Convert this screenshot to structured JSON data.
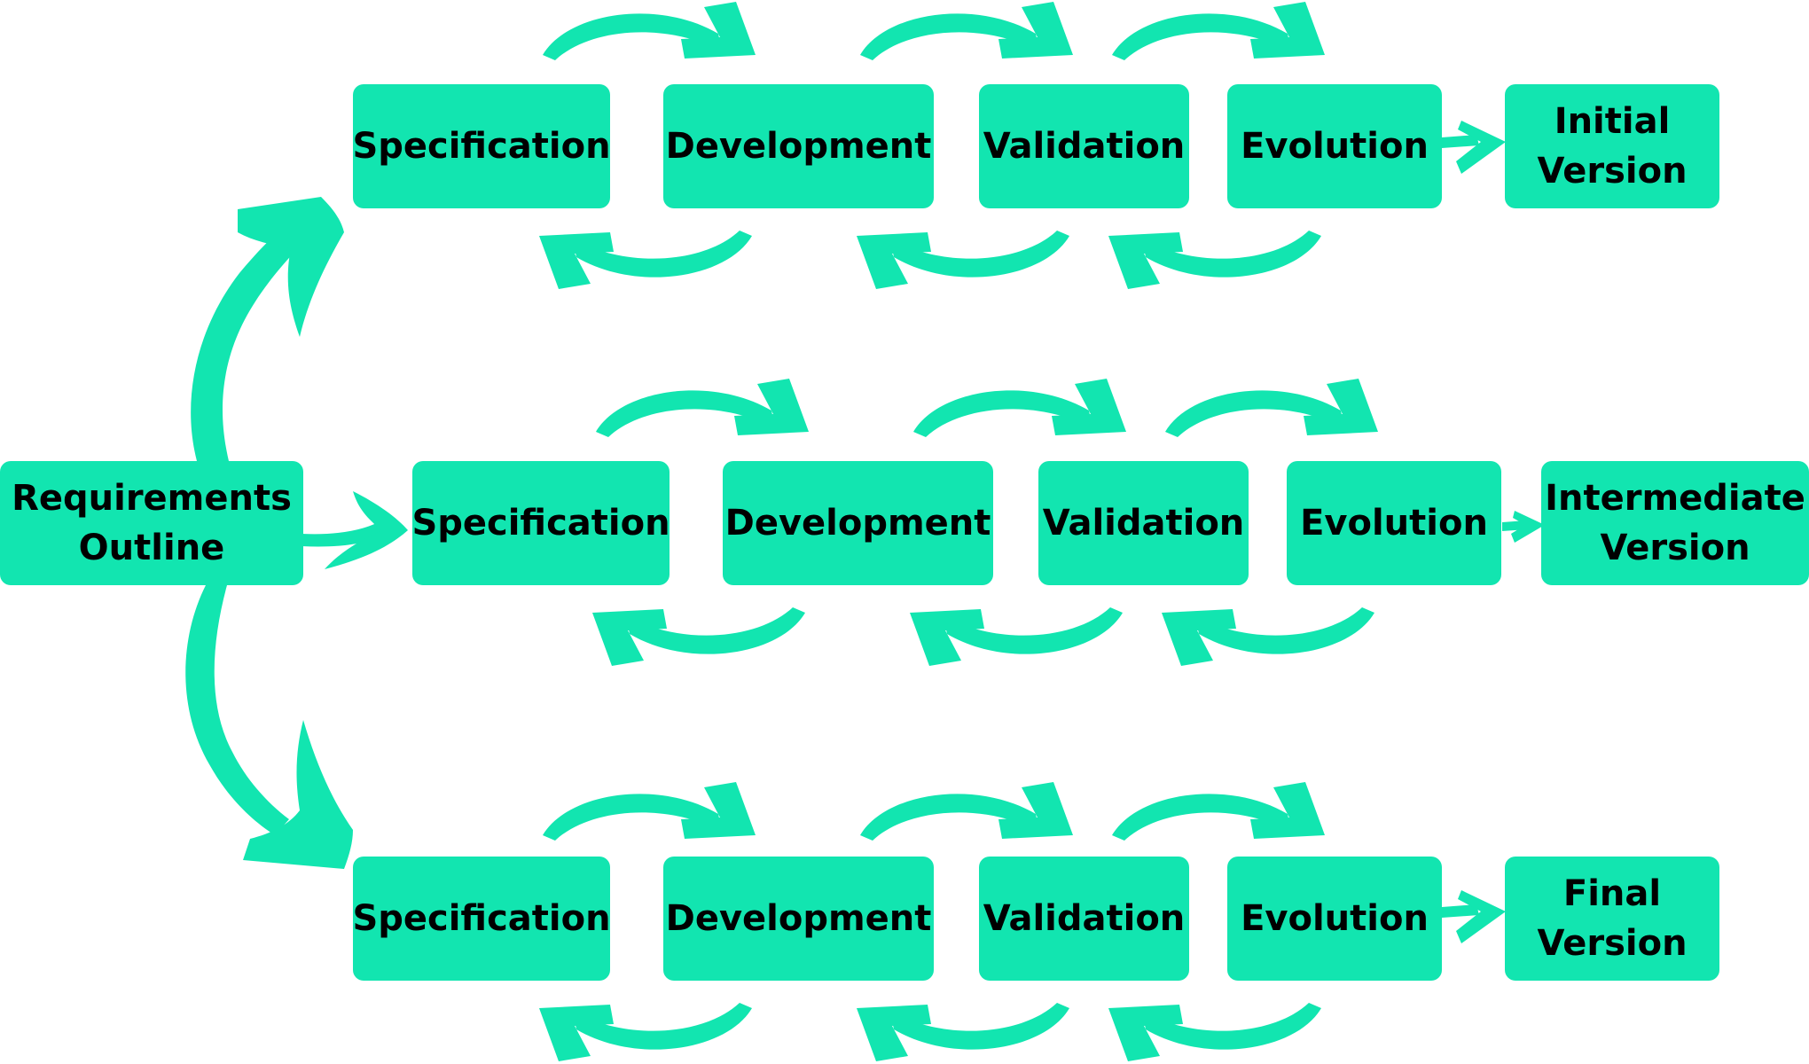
{
  "diagram": {
    "accent_color": "#12e5b0",
    "text_color": "#000000",
    "background_color": "#ffffff",
    "start": {
      "label": "Requirements\nOutline"
    },
    "rows": [
      {
        "steps": [
          "Specification",
          "Development",
          "Validation",
          "Evolution"
        ],
        "result": "Initial\nVersion"
      },
      {
        "steps": [
          "Specification",
          "Development",
          "Validation",
          "Evolution"
        ],
        "result": "Intermediate\nVersion"
      },
      {
        "steps": [
          "Specification",
          "Development",
          "Validation",
          "Evolution"
        ],
        "result": "Final\nVersion"
      }
    ]
  }
}
